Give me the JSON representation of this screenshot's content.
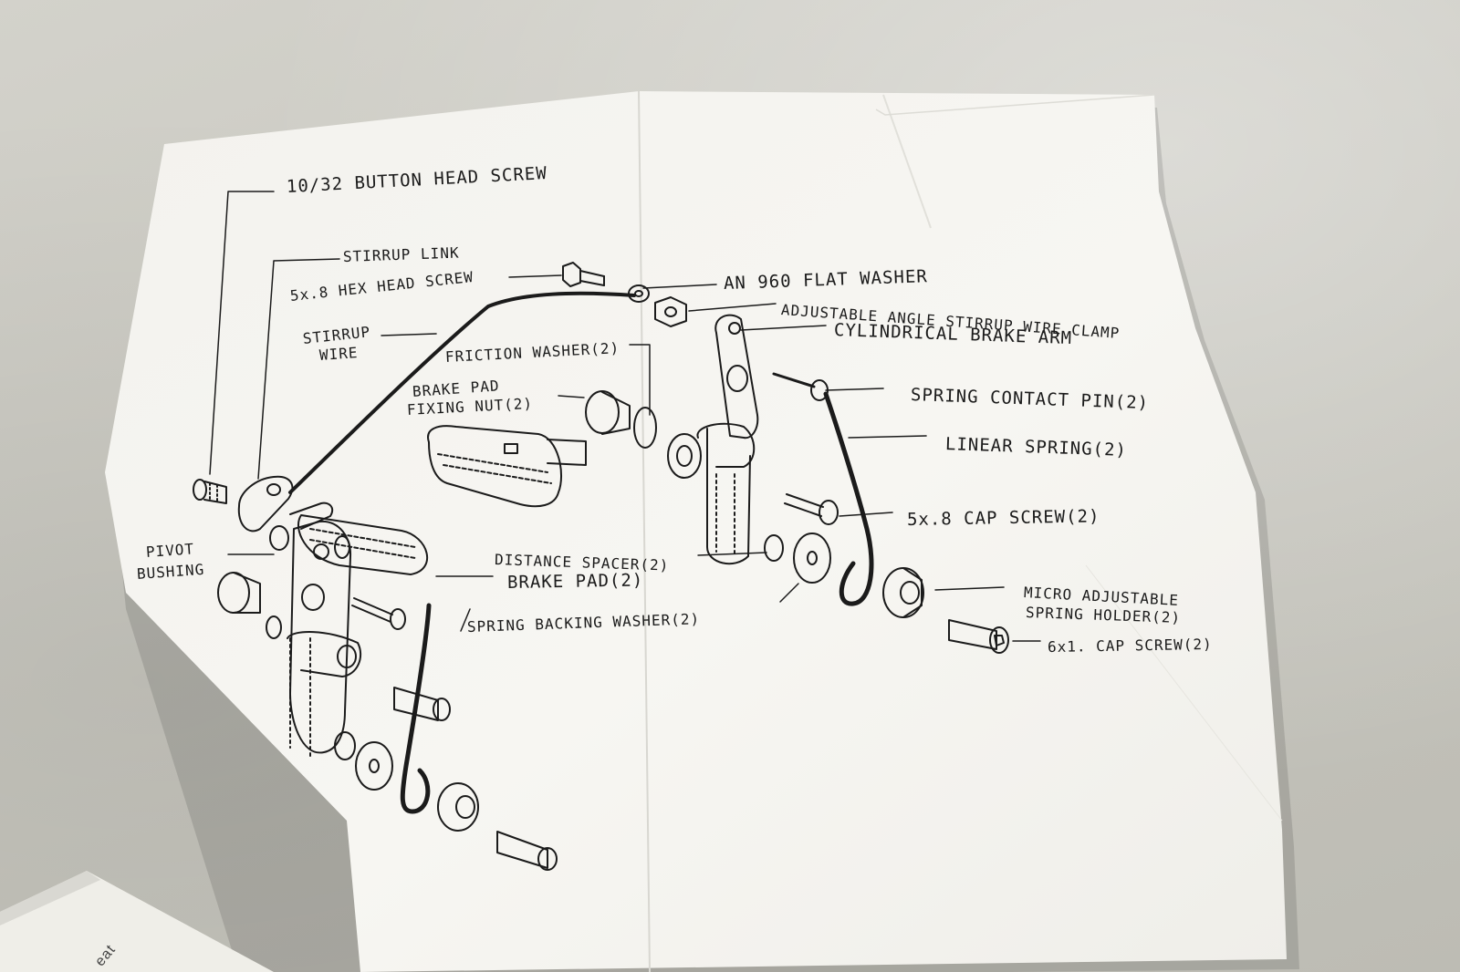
{
  "labels": {
    "button_head_screw": "10/32 BUTTON HEAD SCREW",
    "stirrup_link": "STIRRUP LINK",
    "hex_head_screw": "5x.8  HEX HEAD SCREW",
    "an960_washer": "AN 960 FLAT WASHER",
    "stirrup_wire_clamp": "ADJUSTABLE ANGLE STIRRUP WIRE CLAMP",
    "stirrup_wire_line1": "STIRRUP",
    "stirrup_wire_line2": "WIRE",
    "cylindrical_brake_arm": "CYLINDRICAL BRAKE ARM",
    "friction_washer": "FRICTION WASHER(2)",
    "brake_pad_nut_line1": "BRAKE PAD",
    "brake_pad_nut_line2": "FIXING NUT(2)",
    "spring_contact_pin": "SPRING CONTACT PIN(2)",
    "linear_spring": "LINEAR SPRING(2)",
    "cap_screw_5x8": "5x.8  CAP SCREW(2)",
    "pivot_bushing_line1": "PIVOT",
    "pivot_bushing_line2": "BUSHING",
    "distance_spacer": "DISTANCE SPACER(2)",
    "brake_pad": "BRAKE PAD(2)",
    "spring_holder_line1": "MICRO ADJUSTABLE",
    "spring_holder_line2": "SPRING HOLDER(2)",
    "spring_backing_washer": "SPRING BACKING WASHER(2)",
    "cap_screw_6x1": "6x1. CAP SCREW(2)"
  },
  "scrap_text": "eat",
  "colors": {
    "paper": "#f6f5f1",
    "ink": "#1b1b1b",
    "surface": "#c9c8c1"
  }
}
